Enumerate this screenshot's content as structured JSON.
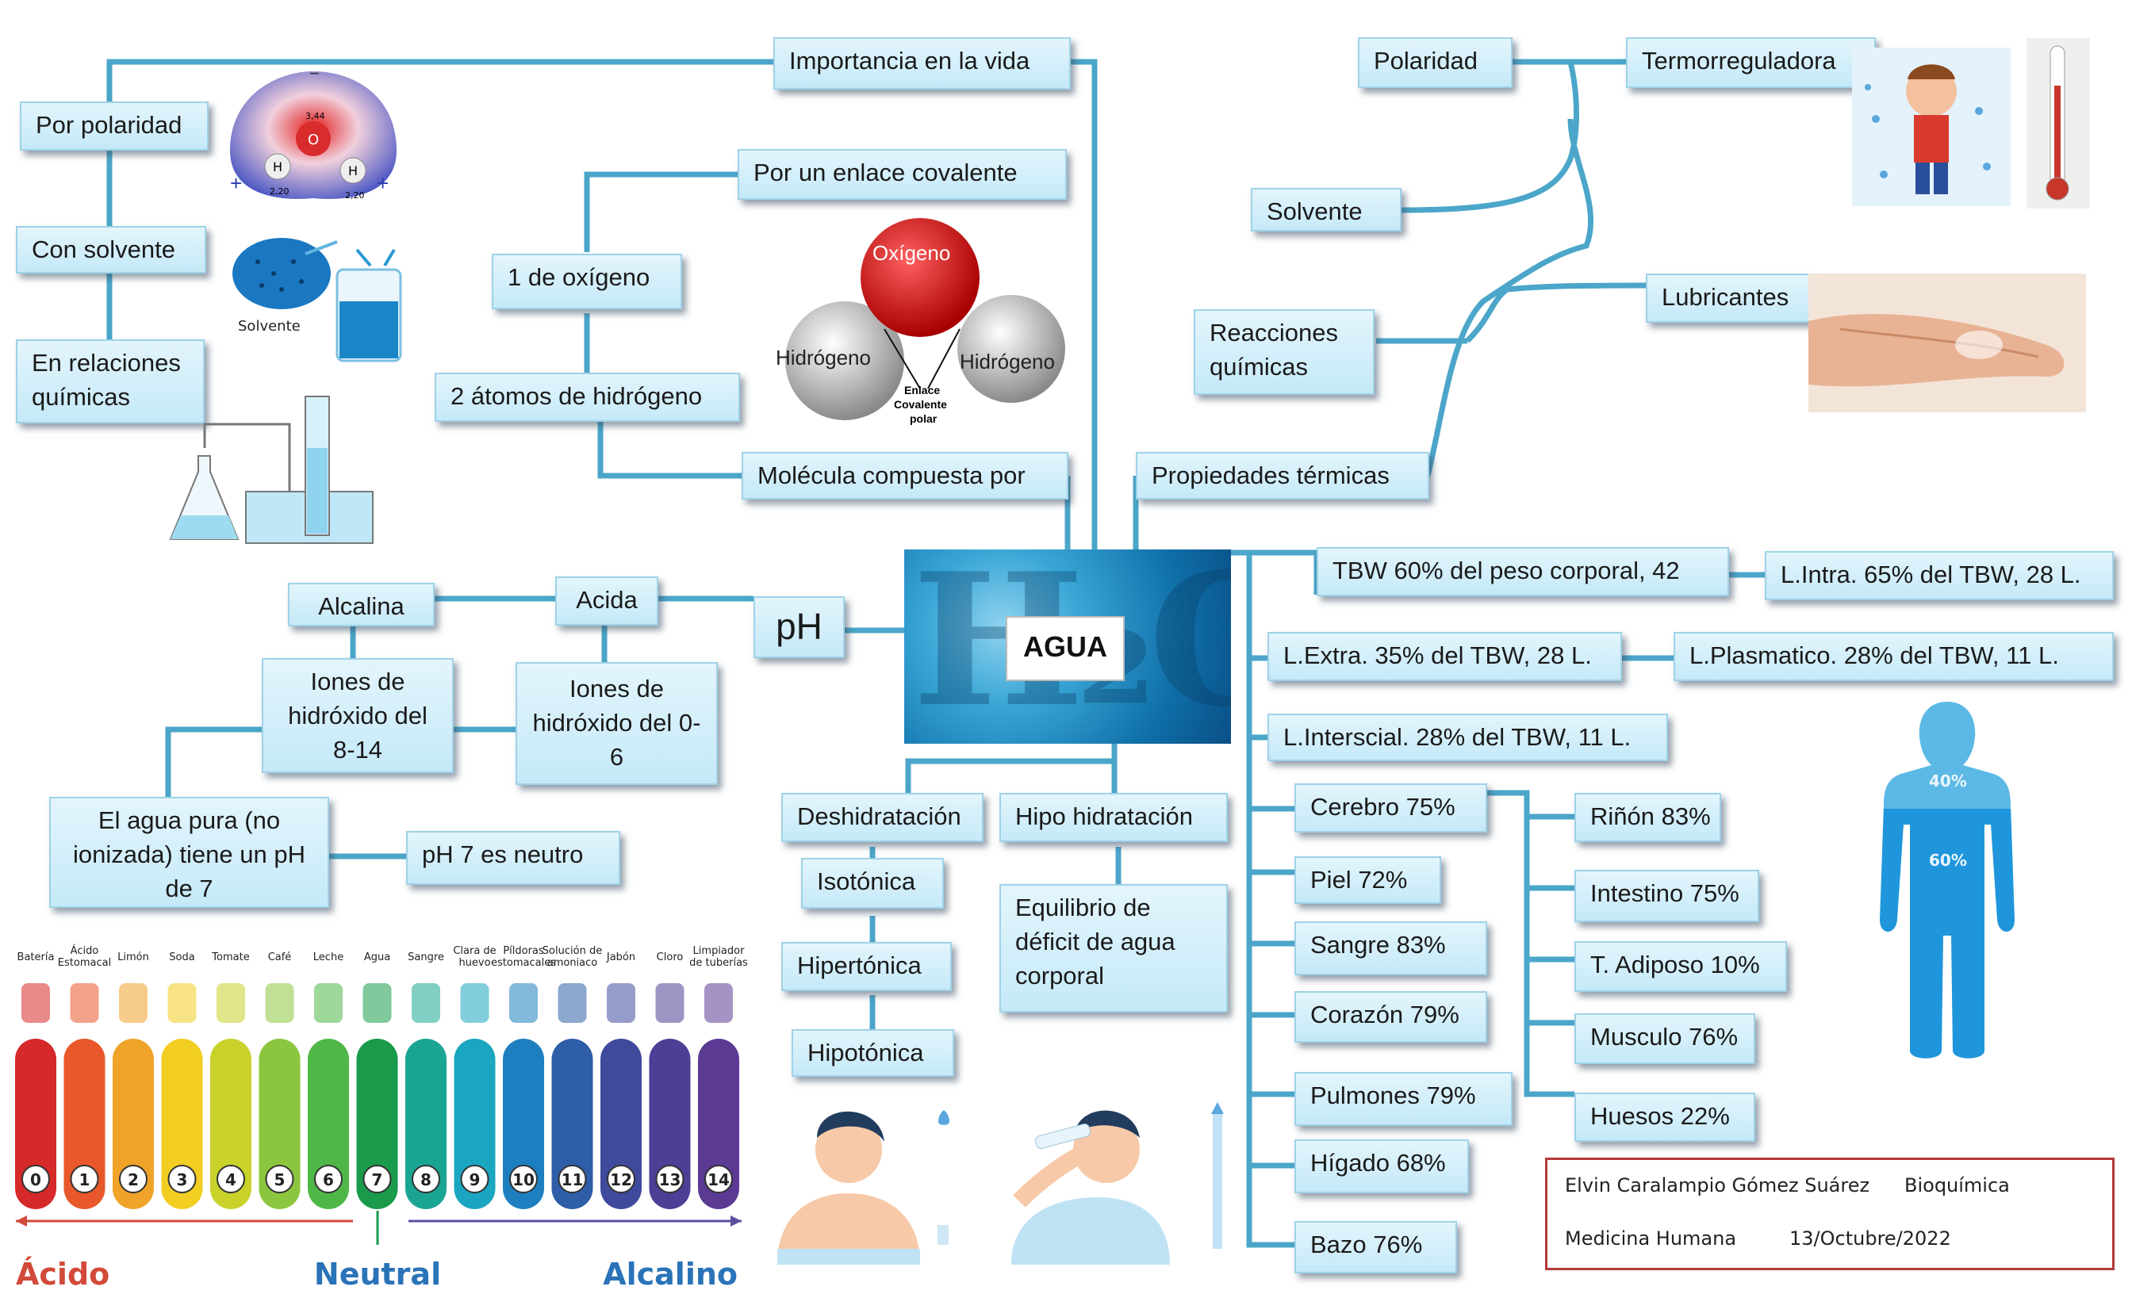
{
  "central": {
    "label": "AGUA"
  },
  "importance": {
    "title": "Importancia en la vida",
    "items": [
      "Por polaridad",
      "Con solvente",
      "En relaciones químicas"
    ]
  },
  "solvent_caption": "Solvente",
  "molecule": {
    "title": "Molécula compuesta por",
    "items": [
      "1 de oxígeno",
      "2 átomos de hidrógeno",
      "Por un enlace covalente"
    ],
    "diagram_labels": {
      "oxygen": "Oxígeno",
      "hydrogen_left": "Hidrógeno",
      "hydrogen_right": "Hidrógeno",
      "bond": [
        "Enlace",
        "Covalente",
        "polar"
      ]
    },
    "potential_values": {
      "o": "3,44",
      "h": "2,20"
    }
  },
  "properties": {
    "title": "Propiedades térmicas",
    "items": [
      "Polaridad",
      "Termorreguladora",
      "Solvente",
      "Reacciones químicas",
      "Lubricantes"
    ]
  },
  "ph": {
    "title": "pH",
    "acid": "Acida",
    "alkaline": "Alcalina",
    "acid_ions": "Iones de hidróxido del 0-6",
    "alkaline_ions": "Iones de hidróxido  del 8-14",
    "pure_water": "El agua pura (no ionizada) tiene un pH de 7",
    "neutral": "pH 7 es neutro",
    "scale": {
      "numbers": [
        "0",
        "1",
        "2",
        "3",
        "4",
        "5",
        "6",
        "7",
        "8",
        "9",
        "10",
        "11",
        "12",
        "13",
        "14"
      ],
      "items": [
        "Batería",
        "Ácido Estomacal",
        "Limón",
        "Soda",
        "Tomate",
        "Café",
        "Leche",
        "Agua",
        "Sangre",
        "Clara de huevo",
        "Píldoras estomacales",
        "Solución de amoniaco",
        "Jabón",
        "Cloro",
        "Limpiador de tuberías"
      ],
      "colors": [
        "#d5292a",
        "#e8582a",
        "#f0a329",
        "#f2cd22",
        "#c8d22a",
        "#8cc63e",
        "#4fb747",
        "#1a9a4b",
        "#1aa592",
        "#1aa6c0",
        "#1d7fc0",
        "#2f5ea8",
        "#3f4a9d",
        "#4b3f96",
        "#5b3a94"
      ],
      "acid_label": "Ácido",
      "neutral_label": "Neutral",
      "alkaline_label": "Alcalino"
    }
  },
  "hydration": {
    "dehydration": "Deshidratación",
    "types": [
      "Isotónica",
      "Hipertónica",
      "Hipotónica"
    ],
    "hypo": "Hipo hidratación",
    "balance": "Equilibrio de déficit de agua corporal"
  },
  "body_water": {
    "tbw": "TBW 60% del peso corporal, 42",
    "intra": "L.Intra. 65% del TBW, 28 L.",
    "extra": "L.Extra. 35% del TBW, 28 L.",
    "plasma": "L.Plasmatico. 28% del TBW, 11 L.",
    "interstitial": "L.Interscial. 28% del TBW, 11 L.",
    "organs_left": [
      "Cerebro 75%",
      "Piel 72%",
      "Sangre 83%",
      "Corazón 79%",
      "Pulmones 79%",
      "Hígado 68%",
      "Bazo 76%"
    ],
    "organs_right": [
      "Riñón 83%",
      "Intestino 75%",
      "T. Adiposo 10%",
      "Musculo 76%",
      "Huesos 22%"
    ],
    "figure_labels": [
      "40%",
      "60%"
    ]
  },
  "signature": {
    "name": "Elvin Caralampio Gómez Suárez",
    "subject": "Bioquímica",
    "career": "Medicina Humana",
    "date": "13/Octubre/2022"
  },
  "colors": {
    "connector": "#4ba6c9",
    "box_fill": "#c5e9f8",
    "box_border": "#9fd2e8",
    "signature_border": "#b23a3a"
  }
}
